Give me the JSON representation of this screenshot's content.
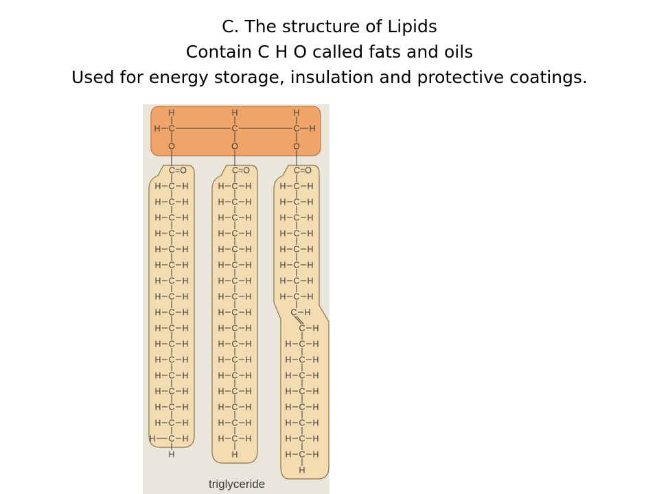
{
  "slide": {
    "title_lines": [
      "C.  The structure of Lipids",
      "Contain C H O called fats and oils",
      "Used for energy storage, insulation and protective coatings."
    ]
  },
  "diagram": {
    "caption": "triglyceride",
    "colors": {
      "background": "#e9e6dc",
      "glycerol_fill": "#f0a468",
      "glycerol_stroke": "#b86a30",
      "chain_fill": "#f4dcb2",
      "chain_stroke": "#8d7046",
      "text": "#3a3a3a"
    },
    "glycerol": {
      "top_atoms": [
        "H",
        "H",
        "H"
      ],
      "middle_row": [
        "H",
        "C",
        "C",
        "C",
        "H"
      ],
      "oxygens": [
        "O",
        "O",
        "O"
      ]
    },
    "chains": [
      {
        "head": "C=O",
        "ch2_count": 16,
        "tail": [
          "H",
          "C",
          "H",
          "H"
        ]
      },
      {
        "head": "C=O",
        "ch2_count": 17,
        "tail": [
          "H"
        ]
      },
      {
        "head": "C=O",
        "ch2_count": 8,
        "double_bond": [
          "C",
          "H",
          "C",
          "H"
        ],
        "ch2_after": 8,
        "tail": [
          "H"
        ]
      }
    ]
  }
}
